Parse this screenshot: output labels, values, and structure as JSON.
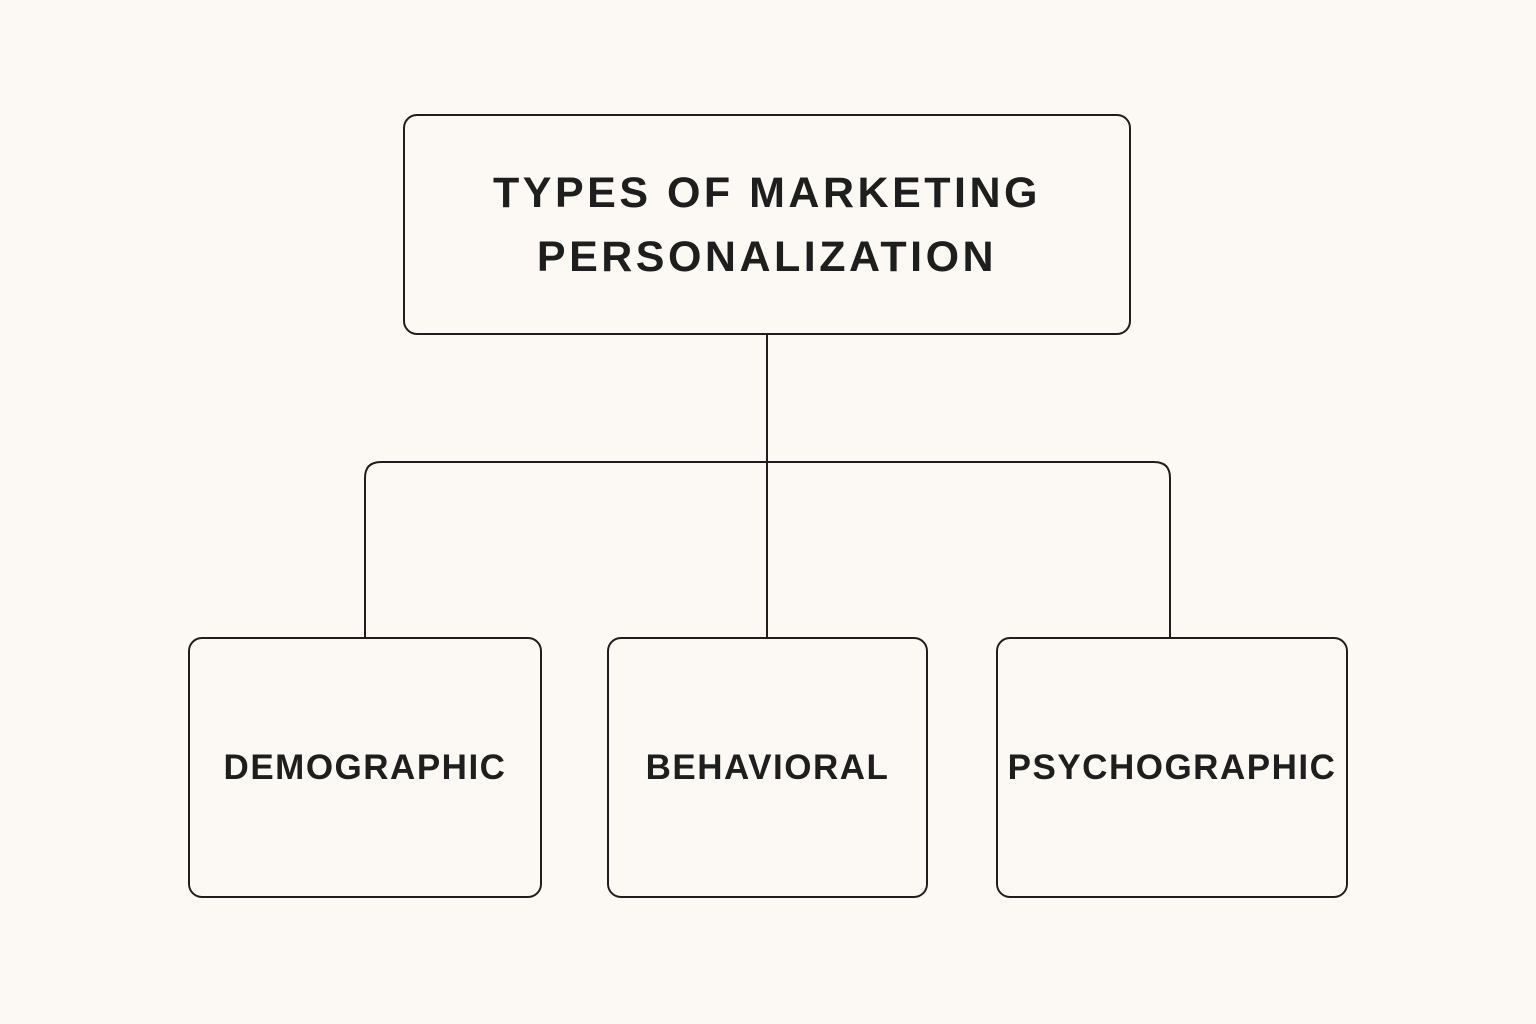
{
  "diagram": {
    "root": {
      "lines": [
        "TYPES OF MARKETING",
        "PERSONALIZATION"
      ]
    },
    "children": [
      {
        "label": "DEMOGRAPHIC"
      },
      {
        "label": "BEHAVIORAL"
      },
      {
        "label": "PSYCHOGRAPHIC"
      }
    ]
  },
  "colors": {
    "background": "#fcf9f4",
    "stroke": "#1e1e1e",
    "text": "#1e1e1e"
  }
}
